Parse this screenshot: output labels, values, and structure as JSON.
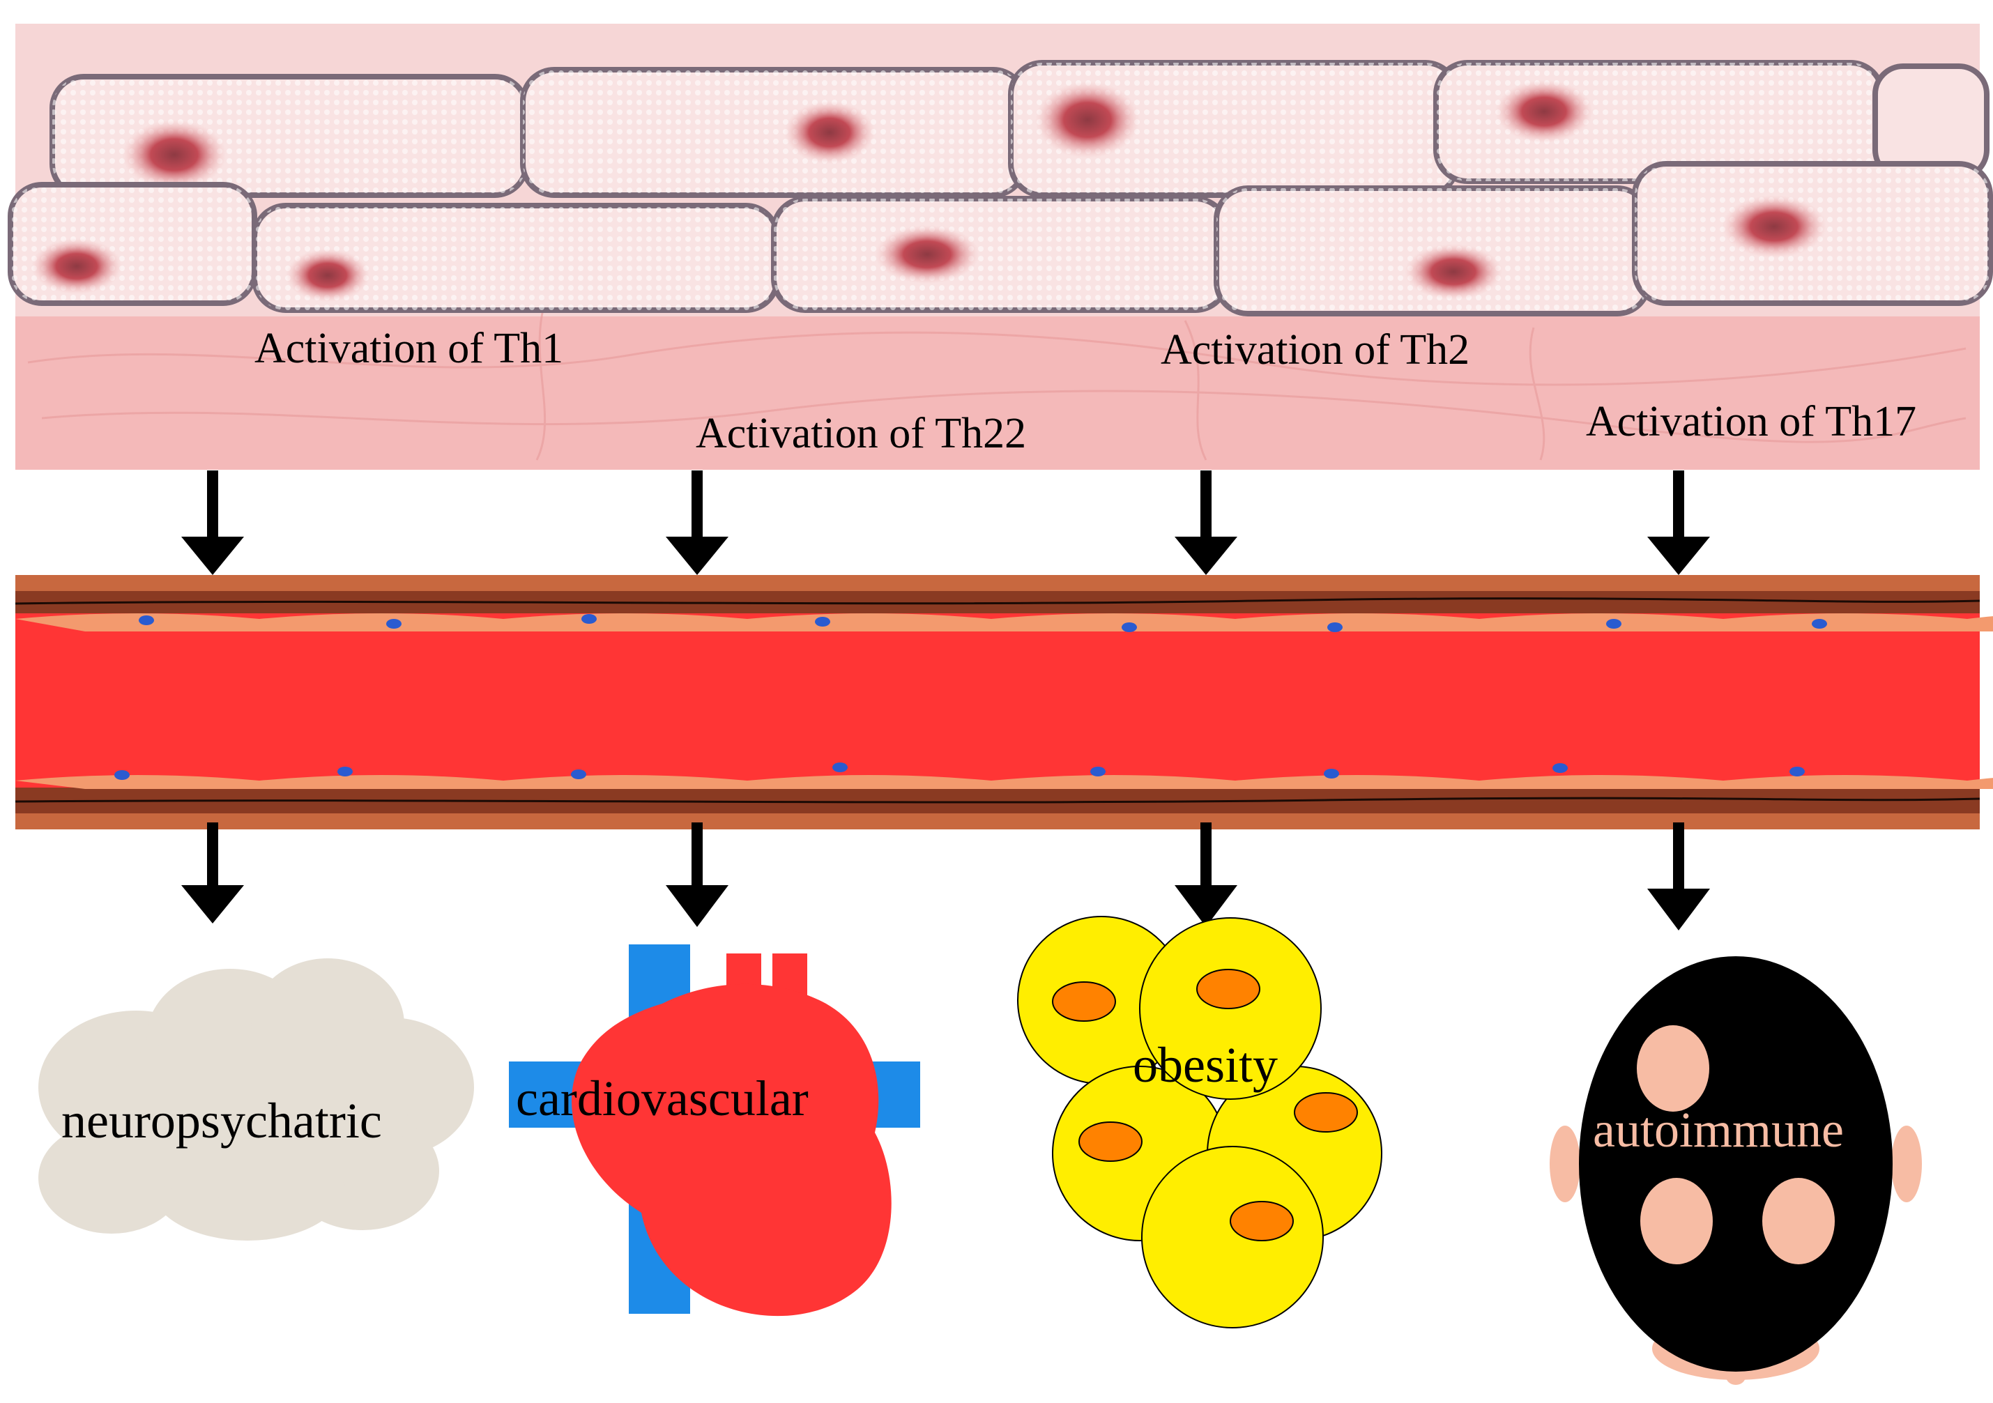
{
  "activations": [
    {
      "label": "Activation of Th1"
    },
    {
      "label": "Activation of Th22"
    },
    {
      "label": "Activation of Th2"
    },
    {
      "label": "Activation of Th17"
    }
  ],
  "outcomes": [
    {
      "label": "neuropsychatric",
      "icon": "brain-cloud-icon"
    },
    {
      "label": "cardiovascular",
      "icon": "heart-icon"
    },
    {
      "label": "obesity",
      "icon": "fat-cells-icon"
    },
    {
      "label": "autoimmune",
      "icon": "alopecia-head-icon"
    }
  ],
  "colors": {
    "skin_tissue": "#f4b9b9",
    "skin_cells": "#f7dcdc",
    "cell_nucleus": "#c24a55",
    "vessel_wall": "#c8683f",
    "blood": "#ff3535",
    "endothelial_nucleus": "#2a5bd0",
    "arrow": "#000000",
    "brain": "#e5dfd5",
    "heart": "#ff3535",
    "heart_vessels": "#1d8be8",
    "fat_cell": "#ffee00",
    "fat_nucleus": "#ff8200",
    "head": "#000000",
    "skin_patch": "#f7bca4"
  }
}
